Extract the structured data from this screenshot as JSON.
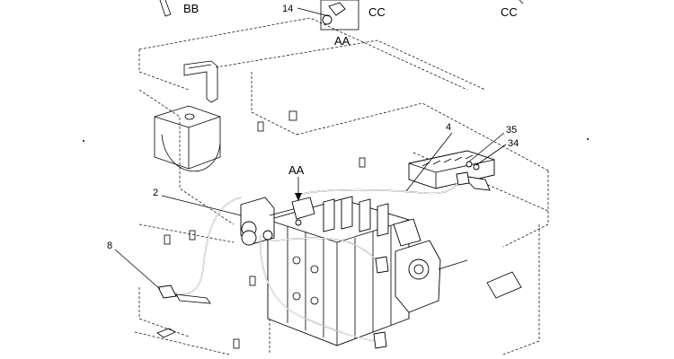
{
  "detail_labels": {
    "bb": "BB",
    "cc_left": "CC",
    "cc_right": "CC",
    "aa_box": "AA",
    "aa_pointer": "AA"
  },
  "part_numbers": {
    "p14": "14",
    "p4": "4",
    "p35": "35",
    "p34": "34",
    "p2": "2",
    "p8": "8"
  }
}
